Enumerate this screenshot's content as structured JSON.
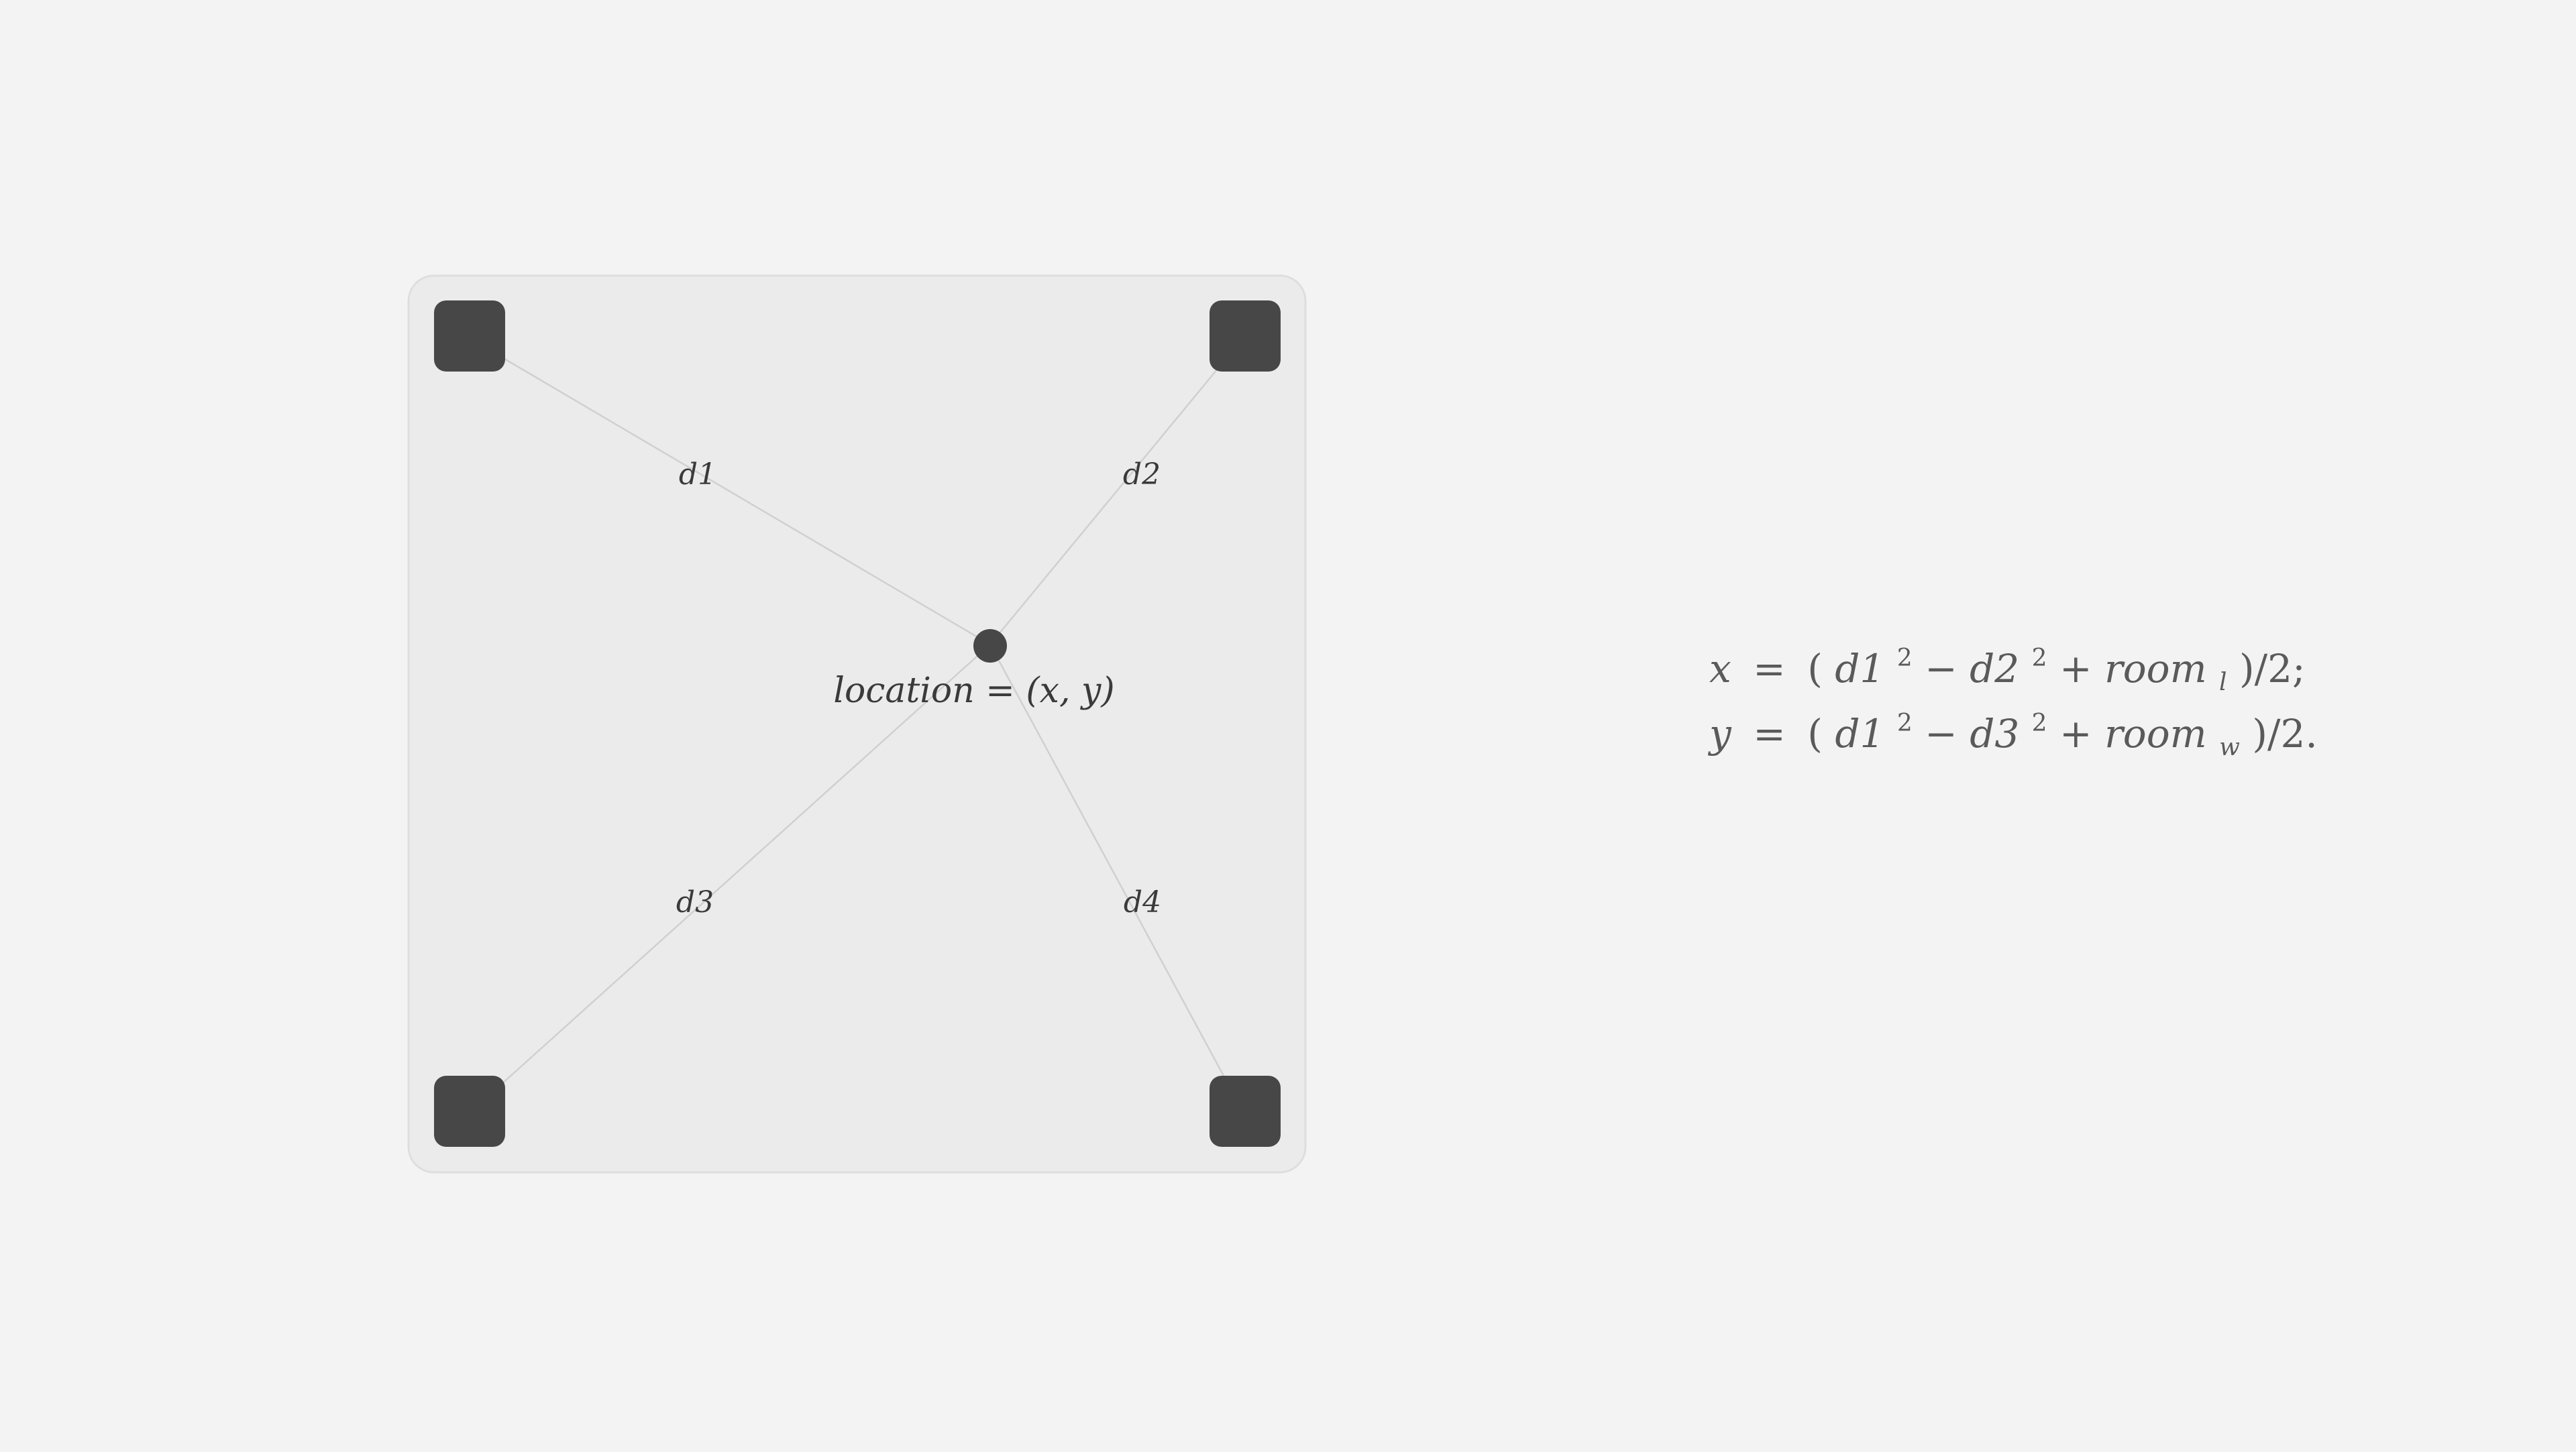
{
  "diagram": {
    "anchors": [
      {
        "id": "top-left"
      },
      {
        "id": "top-right"
      },
      {
        "id": "bottom-left"
      },
      {
        "id": "bottom-right"
      }
    ],
    "distance_labels": {
      "d1": "d1",
      "d2": "d2",
      "d3": "d3",
      "d4": "d4"
    },
    "location_label": "location = (x, y)"
  },
  "equations": {
    "x": {
      "lhs": "x",
      "eq": "=",
      "open": "(",
      "t1": "d1",
      "t1_exp": "2",
      "minus": "−",
      "t2": "d2",
      "t2_exp": "2",
      "plus": "+",
      "t3": "room",
      "t3_sub": "l",
      "close": ")/2;"
    },
    "y": {
      "lhs": "y",
      "eq": "=",
      "open": "(",
      "t1": "d1",
      "t1_exp": "2",
      "minus": "−",
      "t2": "d3",
      "t2_exp": "2",
      "plus": "+",
      "t3": "room",
      "t3_sub": "w",
      "close": ")/2."
    }
  },
  "colors": {
    "background": "#f3f3f3",
    "room_fill": "#ebebeb",
    "room_stroke": "#dedede",
    "anchor": "#474747",
    "line": "#d0d0d0",
    "label": "#3a3a3a",
    "equation": "#5a5a5a"
  }
}
